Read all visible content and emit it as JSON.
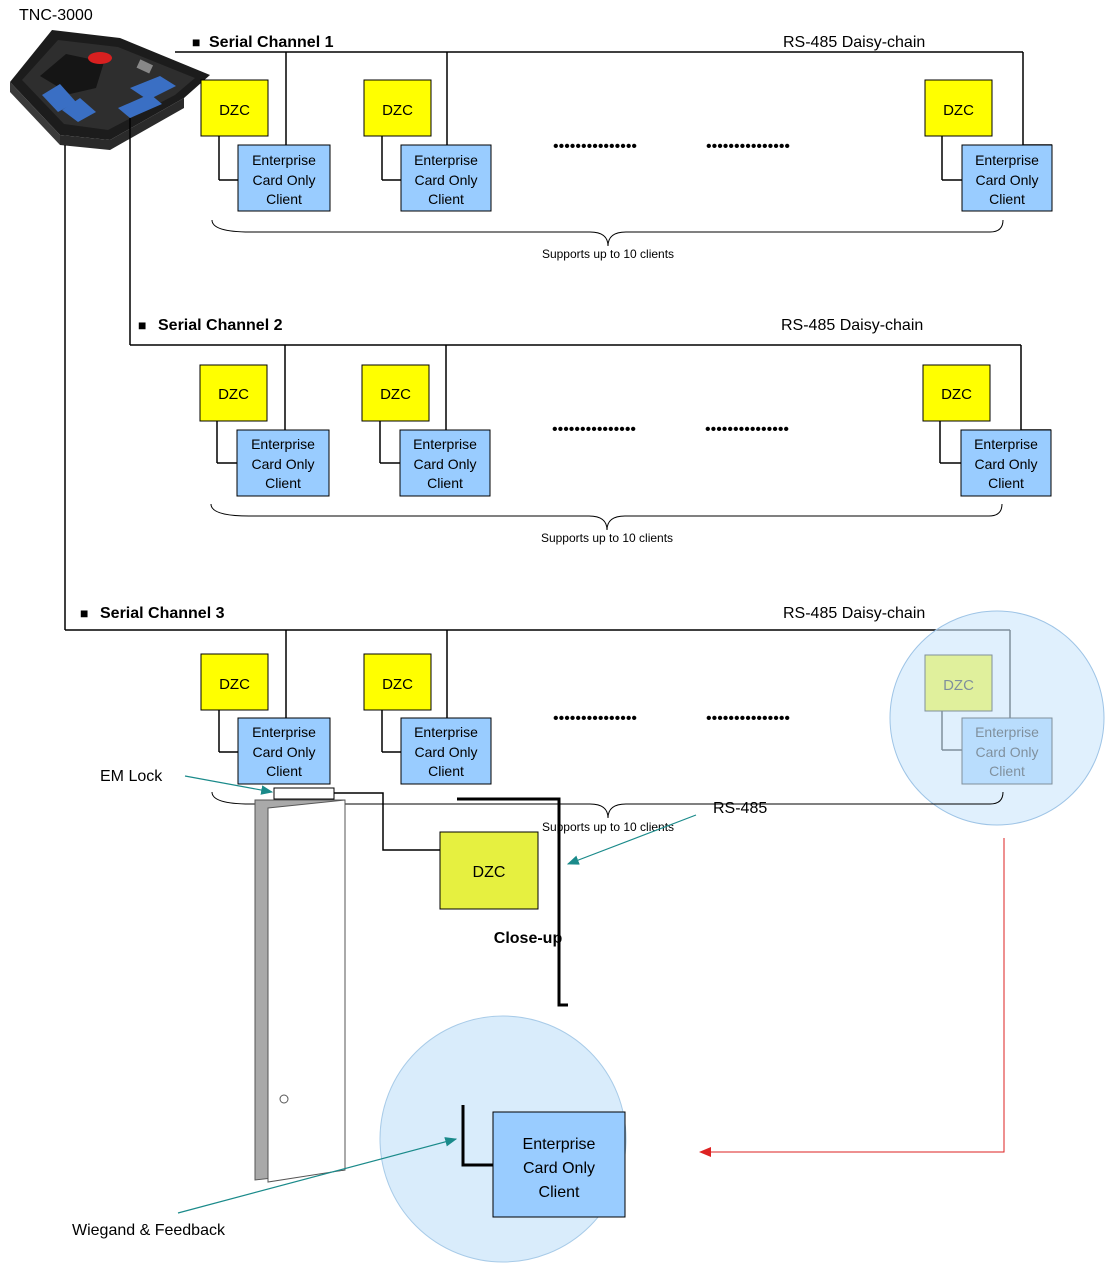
{
  "controller": {
    "label": "TNC-3000"
  },
  "channels": [
    {
      "title": "Serial Channel 1",
      "bus_label": "RS-485 Daisy-chain",
      "support_note": "Supports up to 10 clients"
    },
    {
      "title": "Serial Channel 2",
      "bus_label": "RS-485 Daisy-chain",
      "support_note": "Supports up to 10 clients"
    },
    {
      "title": "Serial Channel 3",
      "bus_label": "RS-485 Daisy-chain",
      "support_note": "Supports up to 10 clients"
    }
  ],
  "node": {
    "dzc_label": "DZC",
    "client_line1": "Enterprise",
    "client_line2": "Card Only",
    "client_line3": "Client"
  },
  "ellipsis": "•••••••••••••••",
  "bullet": "■",
  "closeup": {
    "title": "Close-up",
    "em_lock_label": "EM Lock",
    "rs485_label": "RS-485",
    "wiegand_label": "Wiegand & Feedback"
  },
  "colors": {
    "dzc_fill": "#ffff00",
    "dzc_closeup_fill": "#e6f040",
    "client_fill": "#99ccff",
    "highlight_circle": "#cde6fb",
    "pointer_arrow": "#1a8a8a",
    "link_arrow": "#dd2222"
  }
}
